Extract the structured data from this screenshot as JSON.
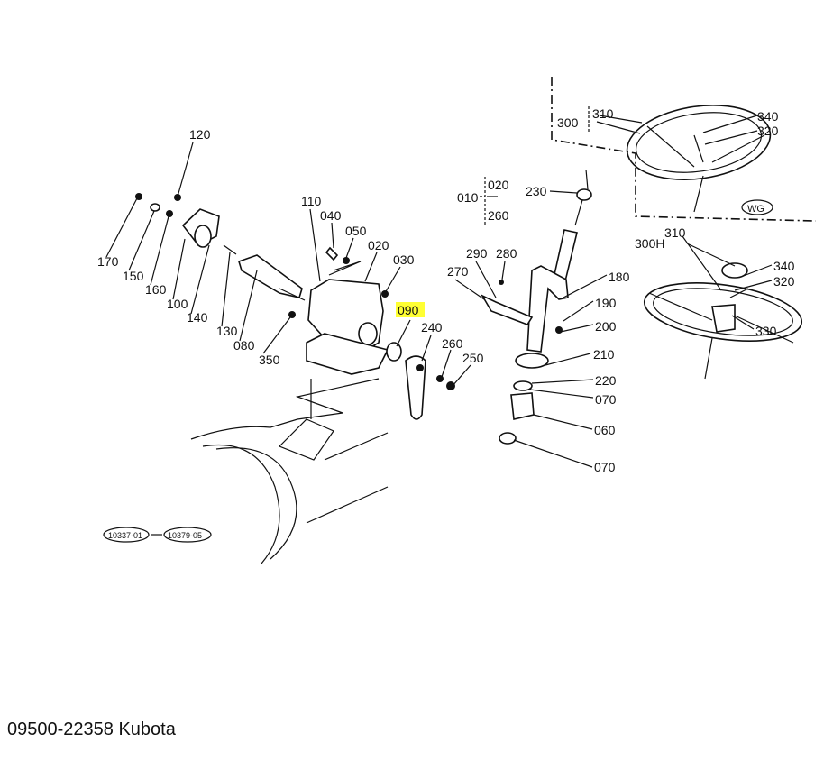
{
  "diagram": {
    "highlight_color": "#ffff33",
    "highlighted_part": "090",
    "labels": {
      "p120": "120",
      "p170": "170",
      "p150": "150",
      "p160": "160",
      "p100": "100",
      "p140": "140",
      "p130": "130",
      "p080": "080",
      "p350": "350",
      "p110": "110",
      "p040": "040",
      "p050": "050",
      "p020a": "020",
      "p030": "030",
      "p090": "090",
      "p240": "240",
      "p260a": "260",
      "p250": "250",
      "p010": "010",
      "p020b": "020",
      "p260b": "260",
      "p230": "230",
      "p290": "290",
      "p280": "280",
      "p270": "270",
      "p180": "180",
      "p190": "190",
      "p200": "200",
      "p210": "210",
      "p220": "220",
      "p070a": "070",
      "p060": "060",
      "p070b": "070",
      "p300a": "300",
      "p310a": "310",
      "p340a": "340",
      "p320a": "320",
      "wg": "WG",
      "p300b": "300H",
      "p310b": "310",
      "p340b": "340",
      "p320b": "320",
      "p330": "330"
    },
    "serial_refs": {
      "from": "10337-01",
      "to": "10379-05"
    }
  },
  "footer": {
    "caption": "09500-22358 Kubota"
  }
}
